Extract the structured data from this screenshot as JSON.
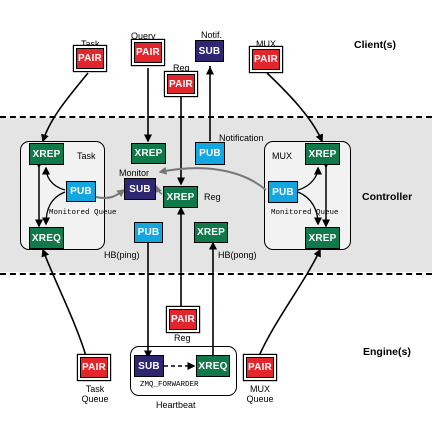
{
  "tiers": {
    "client": "Client(s)",
    "controller": "Controller",
    "engine": "Engine(s)"
  },
  "socket_types": {
    "pair": "PAIR",
    "sub": "SUB",
    "pub": "PUB",
    "xrep": "XREP",
    "xreq": "XREQ"
  },
  "client_labels": {
    "task": "Task",
    "query": "Query",
    "notif": "Notif.",
    "reg": "Reg",
    "mux": "MUX"
  },
  "controller_labels": {
    "task_group": "Task",
    "mux_group": "MUX",
    "monitored_queue": "Monitored Queue",
    "monitored_queue_right": "Monitored Queue",
    "monitor": "Monitor",
    "notification": "Notification",
    "reg": "Reg",
    "hb_ping": "HB(ping)",
    "hb_pong": "HB(pong)"
  },
  "engine_labels": {
    "reg": "Reg",
    "task_queue": "Task Queue",
    "mux_queue": "MUX Queue",
    "forwarder": "ZMQ_FORWARDER",
    "heartbeat": "Heartbeat"
  },
  "colors": {
    "pair": "#e1262c",
    "xrep": "#10794a",
    "pub": "#14a6e0",
    "sub": "#2d2670",
    "band": "#e4e4e4"
  }
}
